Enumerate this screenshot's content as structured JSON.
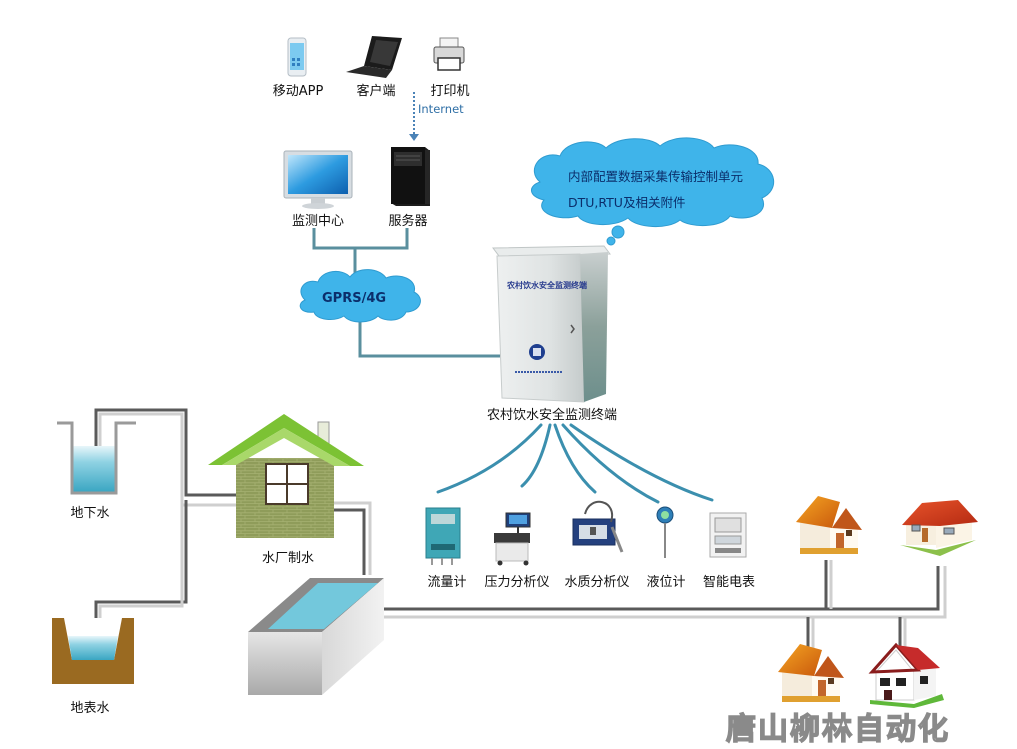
{
  "diagram": {
    "title": "农村饮水安全监测系统拓扑图",
    "top_devices": [
      {
        "id": "mobile-app",
        "label": "移动APP",
        "icon": "smartphone-icon"
      },
      {
        "id": "client",
        "label": "客户端",
        "icon": "laptop-icon"
      },
      {
        "id": "printer",
        "label": "打印机",
        "icon": "printer-icon"
      }
    ],
    "internet_label": "Internet",
    "center_devices": [
      {
        "id": "monitoring-center",
        "label": "监测中心",
        "icon": "monitor-icon"
      },
      {
        "id": "server",
        "label": "服务器",
        "icon": "server-tower-icon"
      }
    ],
    "network_cloud": {
      "label": "GPRS/4G"
    },
    "callout_cloud": {
      "line1": "内部配置数据采集传输控制单元",
      "line2": "DTU,RTU及相关附件"
    },
    "terminal": {
      "label": "农村饮水安全监测终端",
      "cabinet_text": "农村饮水安全监测终端"
    },
    "sensors": [
      {
        "id": "flow-meter",
        "label": "流量计",
        "icon": "flow-meter-icon"
      },
      {
        "id": "pressure-analyzer",
        "label": "压力分析仪",
        "icon": "pressure-analyzer-icon"
      },
      {
        "id": "water-quality-analyzer",
        "label": "水质分析仪",
        "icon": "water-quality-analyzer-icon"
      },
      {
        "id": "level-gauge",
        "label": "液位计",
        "icon": "level-gauge-icon"
      },
      {
        "id": "smart-meter",
        "label": "智能电表",
        "icon": "smart-meter-icon"
      }
    ],
    "water_sources": [
      {
        "id": "groundwater",
        "label": "地下水"
      },
      {
        "id": "surface-water",
        "label": "地表水"
      }
    ],
    "water_plant": {
      "label": "水厂制水"
    },
    "reservoir": {
      "label": ""
    },
    "houses": [
      {
        "id": "house-1",
        "style": "orange"
      },
      {
        "id": "house-2",
        "style": "red-roof"
      },
      {
        "id": "house-3",
        "style": "orange"
      },
      {
        "id": "house-4",
        "style": "red-gable"
      }
    ],
    "watermark": "唐山柳林自动化",
    "colors": {
      "cloud_fill": "#3fb4ea",
      "cloud_text": "#0b2e6b",
      "link_line": "#4a8ea3",
      "wireless_line": "#3b8fae",
      "pipe_dark": "#555555",
      "pipe_light": "#c8c8c8",
      "water": "#6cc7dc",
      "plant_wall": "#8e9d57",
      "plant_roof": "#7cc234",
      "soil": "#9a6a21"
    }
  }
}
